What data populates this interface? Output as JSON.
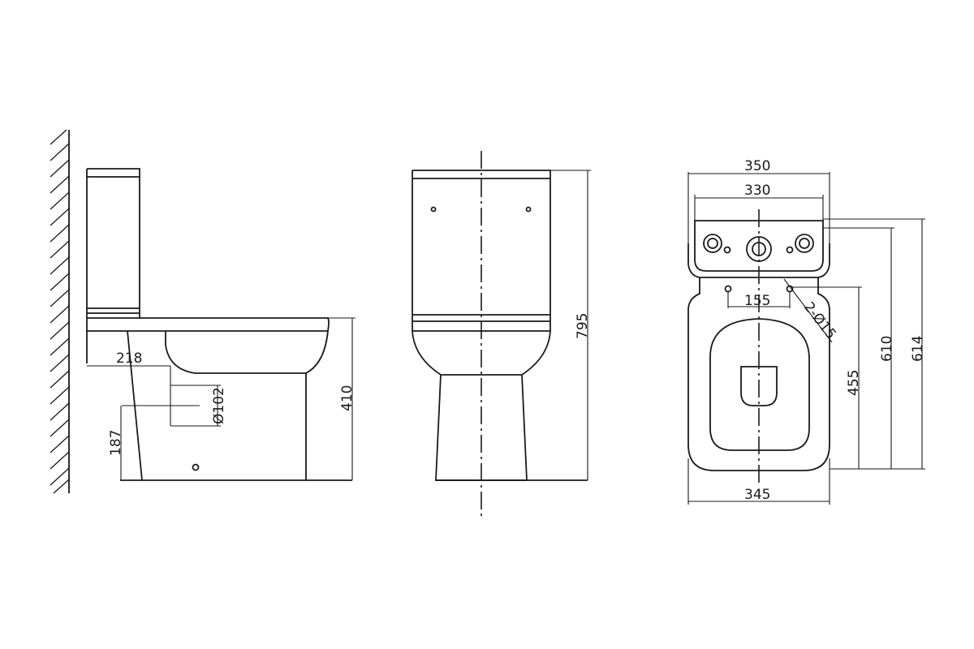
{
  "dimensions": {
    "side_outlet_offset": "218",
    "side_outlet_diameter": "Ø102",
    "side_outlet_height": "187",
    "side_pan_height": "410",
    "front_total_height": "795",
    "plan_overall_width": "350",
    "plan_cistern_width": "330",
    "plan_fixing_spacing": "155",
    "plan_fixing_holes": "2-Ø15",
    "plan_fixing_to_front": "455",
    "plan_cistern_to_front": "610",
    "plan_overall_depth": "614",
    "plan_pan_width": "345"
  }
}
